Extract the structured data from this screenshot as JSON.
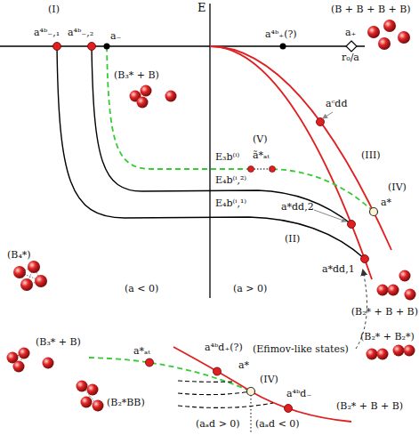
{
  "diagram": {
    "labels": [
      "E",
      "r₀/a",
      "(I)",
      "a⁴ᵇ₋,₁",
      "a⁴ᵇ₋,₂",
      "a₋",
      "a⁴ᵇ₊(?)",
      "a₊",
      "(B + B + B + B)",
      "(B₃* + B)",
      "E₃b⁽ⁱ⁾",
      "E₄b⁽ⁱ,²⁾",
      "E₄b⁽ⁱ,¹⁾",
      "(V)",
      "ã*ₐₜ",
      "(III)",
      "aᶜdd",
      "(IV)",
      "a*",
      "a*dd,2",
      "a*dd,1",
      "(II)",
      "(a < 0)",
      "(a > 0)",
      "(B₄*)",
      "(B₂* + B + B)",
      "(B₂* + B₂*)",
      "(Efimov-like states)",
      "(B₃* + B)",
      "a*ₐₜ",
      "a⁴ᵇd₊(?)",
      "(IV)",
      "a*",
      "(B₂*BB)",
      "a⁴ᵇd₋",
      "(aₐd > 0)",
      "(aₐd < 0)",
      "(B₂* + B + B)"
    ]
  }
}
